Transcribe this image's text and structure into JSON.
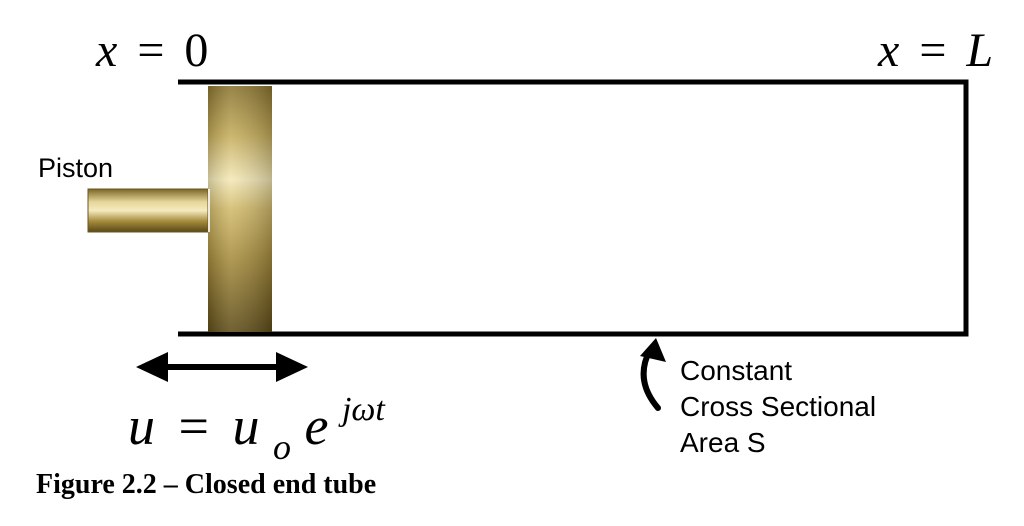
{
  "labels": {
    "x_start": {
      "var": "x",
      "eq": "=",
      "val": "0"
    },
    "x_end": {
      "var": "x",
      "eq": "=",
      "val": "L"
    },
    "piston": "Piston",
    "velocity": {
      "lhs": "u",
      "eq": "=",
      "base": "u",
      "sub": "o",
      "e": "e",
      "exp": "jωt"
    },
    "area_lines": [
      "Constant",
      "Cross Sectional",
      "Area S"
    ]
  },
  "caption": "Figure 2.2 – Closed end tube",
  "colors": {
    "tube_outline": "#000000",
    "brass_dark": "#6e5a1e",
    "brass_mid": "#b39b47",
    "brass_light": "#f2e7b0"
  }
}
